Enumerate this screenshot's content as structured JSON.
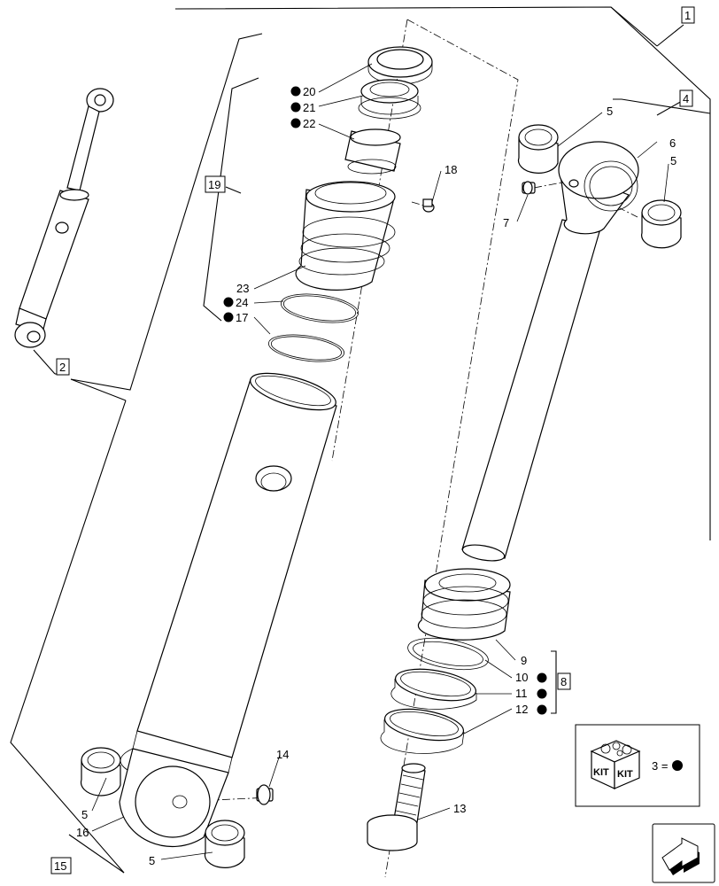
{
  "callouts": {
    "c1": "1",
    "c2": "2",
    "c3": "3 =",
    "c4": "4",
    "c5a": "5",
    "c5b": "5",
    "c5c": "5",
    "c5d": "5",
    "c6": "6",
    "c7": "7",
    "c8": "8",
    "c9": "9",
    "c10": "10",
    "c11": "11",
    "c12": "12",
    "c13": "13",
    "c14": "14",
    "c15": "15",
    "c16": "16",
    "c17": "17",
    "c18": "18",
    "c19": "19",
    "c20": "20",
    "c21": "21",
    "c22": "22",
    "c23": "23",
    "c24": "24"
  },
  "kit": {
    "label_left": "KIT",
    "label_right": "KIT"
  },
  "nav_icon": "next-page-arrow-icon"
}
